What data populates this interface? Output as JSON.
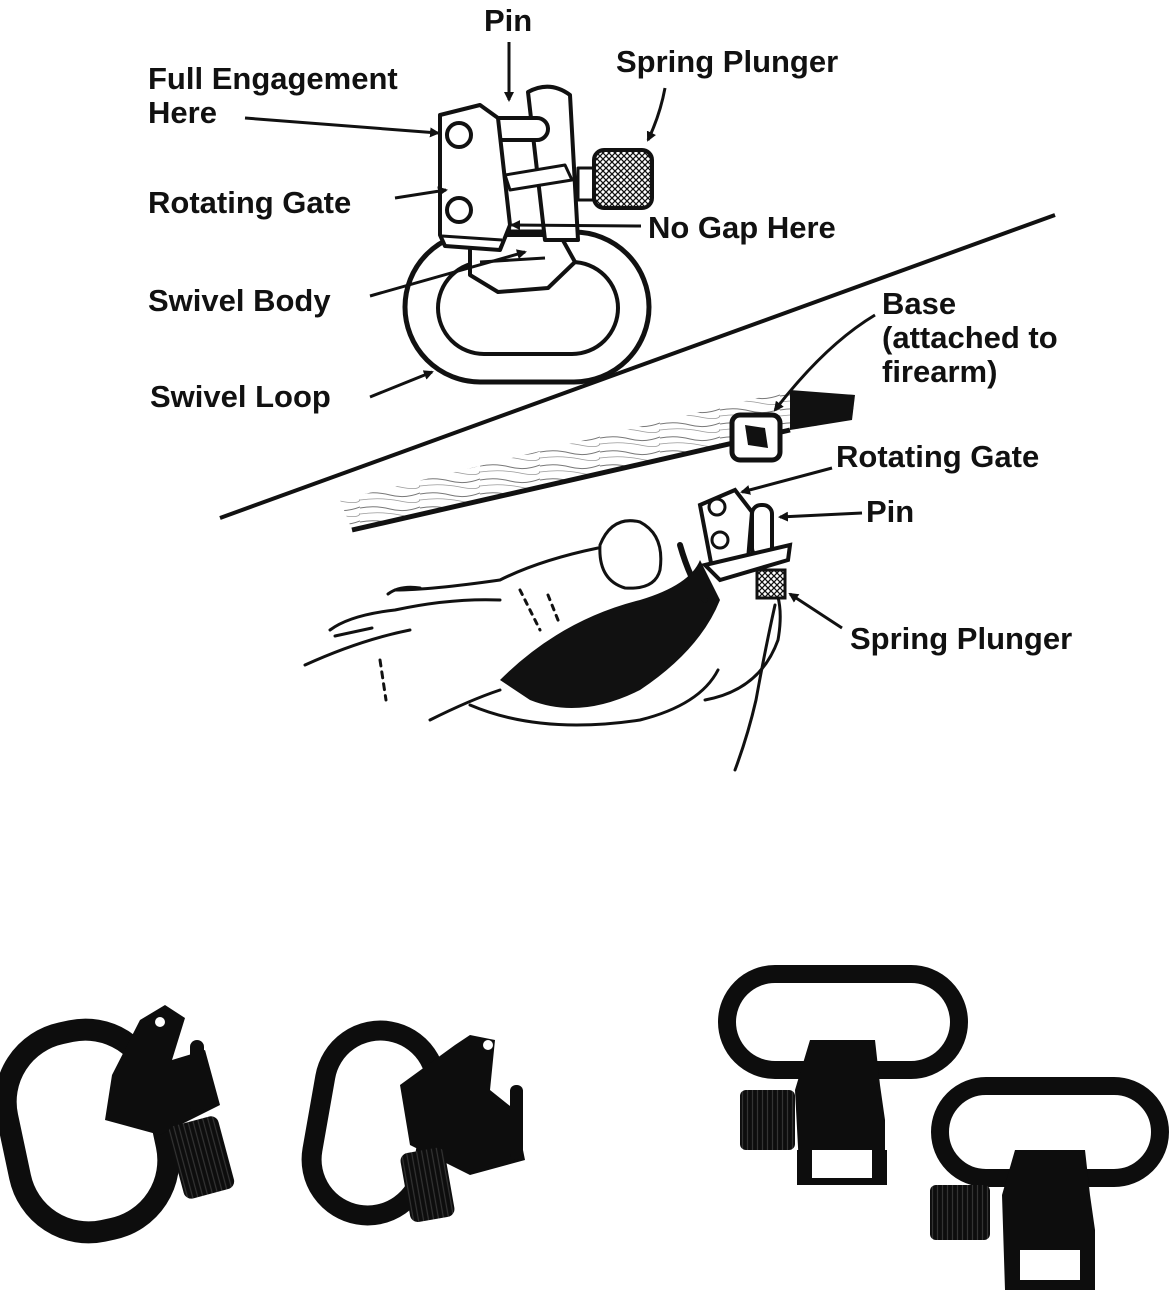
{
  "diagram": {
    "top_callouts": {
      "pin": "Pin",
      "spring_plunger": "Spring Plunger",
      "full_engagement": "Full Engagement Here",
      "rotating_gate": "Rotating Gate",
      "no_gap": "No Gap Here",
      "swivel_body": "Swivel Body",
      "swivel_loop": "Swivel Loop"
    },
    "bottom_callouts": {
      "base": "Base (attached to firearm)",
      "rotating_gate": "Rotating Gate",
      "pin": "Pin",
      "spring_plunger": "Spring Plunger"
    }
  },
  "colors": {
    "line": "#111111",
    "metal": "#0d0d0d",
    "background": "#ffffff"
  },
  "icons": [
    "sling-swivel-drawing",
    "hand-drawing",
    "rifle-stock-drawing",
    "swivel-photo"
  ]
}
